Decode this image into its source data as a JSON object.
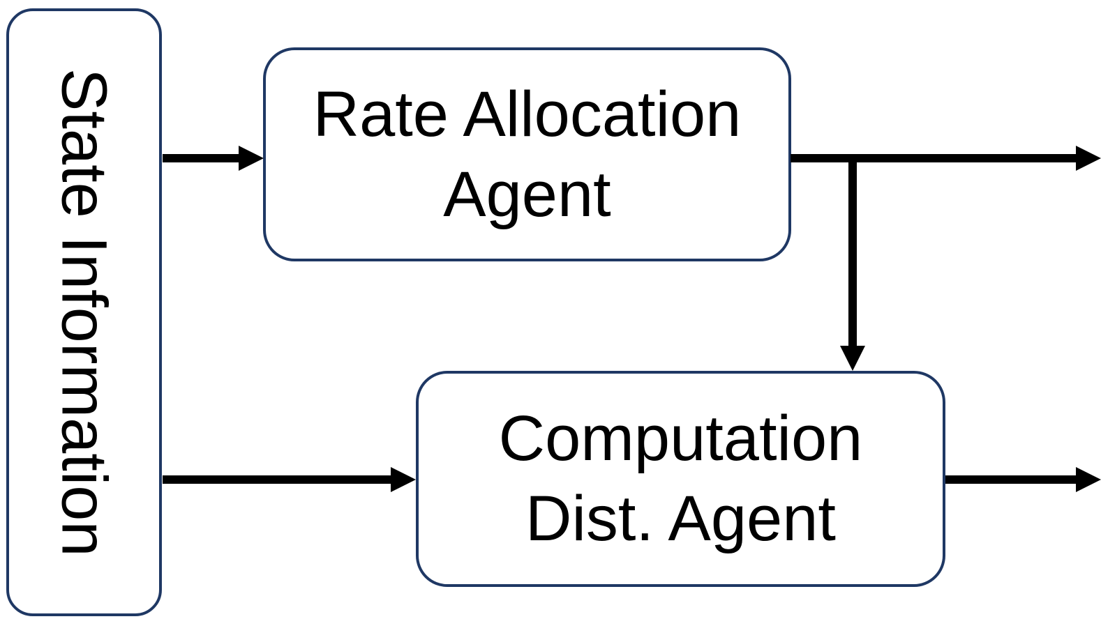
{
  "diagram": {
    "title": "Multi-agent state information flow diagram",
    "colors": {
      "background": "#ffffff",
      "box_border": "#1f3864",
      "box_fill": "#ffffff",
      "arrow": "#000000",
      "text": "#000000"
    },
    "nodes": [
      {
        "id": "state-information",
        "label": "State Information",
        "orientation": "vertical"
      },
      {
        "id": "rate-allocation-agent",
        "label": "Rate Allocation Agent",
        "lines": [
          "Rate Allocation",
          "Agent"
        ],
        "orientation": "horizontal"
      },
      {
        "id": "computation-dist-agent",
        "label": "Computation Dist. Agent",
        "lines": [
          "Computation",
          "Dist. Agent"
        ],
        "orientation": "horizontal"
      }
    ],
    "edges": [
      {
        "from": "state-information",
        "to": "rate-allocation-agent",
        "type": "arrow"
      },
      {
        "from": "rate-allocation-agent",
        "to": "output-right-top",
        "type": "arrow"
      },
      {
        "from": "rate-allocation-agent",
        "to": "computation-dist-agent",
        "type": "arrow-branch-down"
      },
      {
        "from": "state-information",
        "to": "computation-dist-agent",
        "type": "arrow"
      },
      {
        "from": "computation-dist-agent",
        "to": "output-right-bottom",
        "type": "arrow"
      }
    ]
  }
}
